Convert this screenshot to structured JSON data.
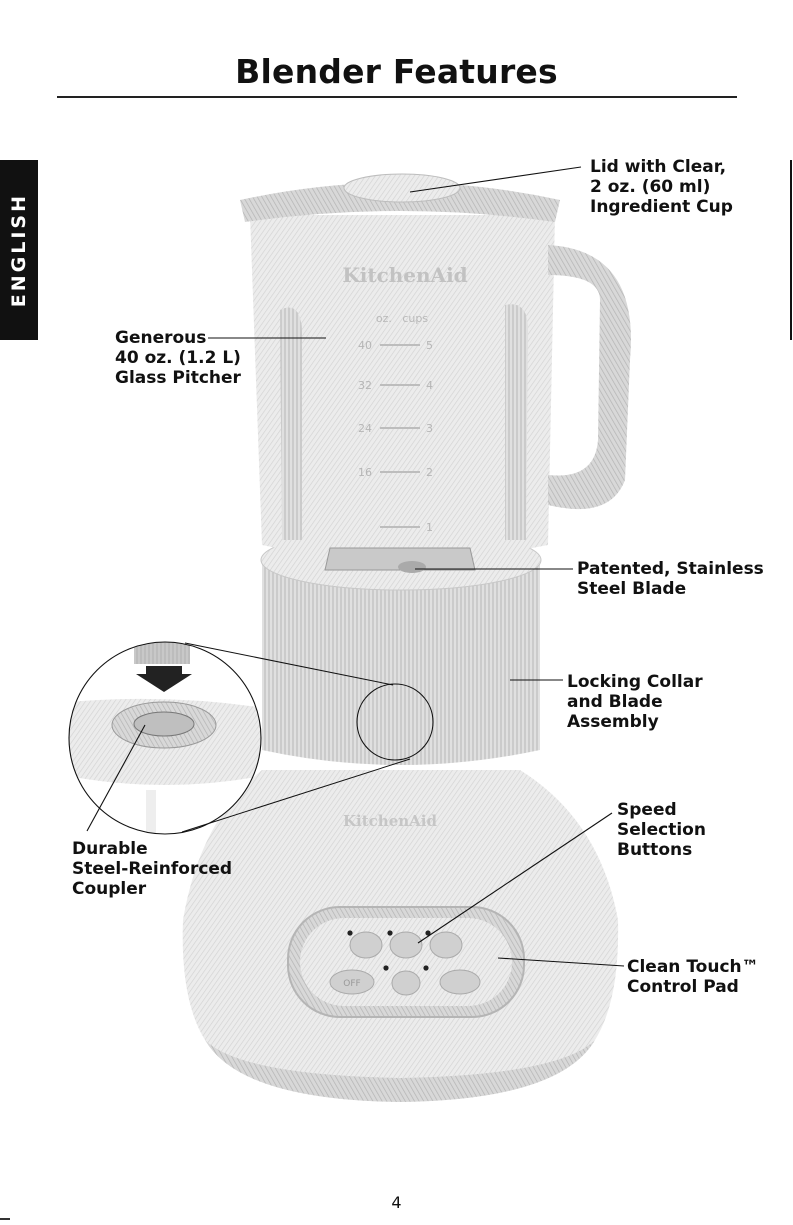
{
  "page": {
    "title": "Blender Features",
    "side_tab": "ENGLISH",
    "page_number": "4"
  },
  "callouts": {
    "lid": "Lid with Clear,\n2 oz. (60 ml)\nIngredient Cup",
    "pitcher": "Generous\n40 oz. (1.2 L)\nGlass Pitcher",
    "blade": "Patented, Stainless\nSteel Blade",
    "collar": "Locking Collar\nand Blade\nAssembly",
    "coupler": "Durable\nSteel-Reinforced\nCoupler",
    "speed": "Speed\nSelection\nButtons",
    "control": "Clean Touch™\nControl Pad"
  },
  "product": {
    "brand": "KitchenAid",
    "pitcher_units": "oz.   cups",
    "scale_marks": [
      {
        "oz": "40",
        "cups": "5"
      },
      {
        "oz": "32",
        "cups": "4"
      },
      {
        "oz": "24",
        "cups": "3"
      },
      {
        "oz": "16",
        "cups": "2"
      },
      {
        "oz": "",
        "cups": "1"
      }
    ],
    "button_off": "OFF"
  },
  "colors": {
    "ink": "#111111",
    "illustration_fill": "#e6e6e6",
    "illustration_mid": "#cfcfcf",
    "illustration_dark": "#9a9a9a"
  }
}
